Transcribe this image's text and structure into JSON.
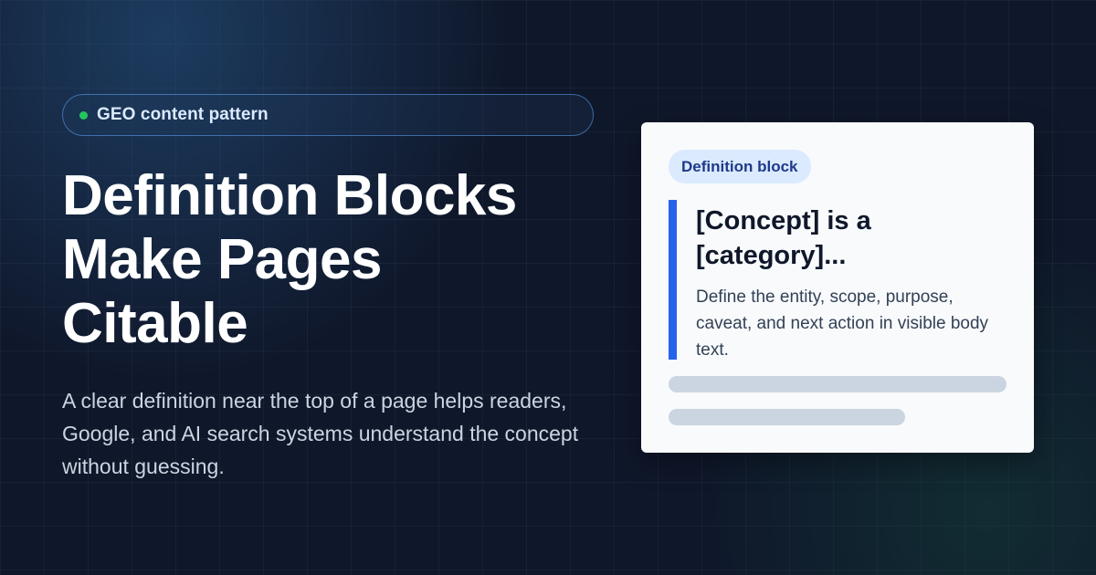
{
  "badge": {
    "label": "GEO content pattern",
    "dot_color": "#22c55e"
  },
  "headline": {
    "lines": [
      "Definition Blocks",
      "Make Pages",
      "Citable"
    ]
  },
  "subtitle": "A clear definition near the top of a page helps readers, Google, and AI search systems understand the concept without guessing.",
  "card": {
    "tag": "Definition block",
    "title": "[Concept] is a [category]...",
    "body": "Define the entity, scope, purpose, caveat, and next action in visible body text.",
    "accent_color": "#2563eb"
  },
  "colors": {
    "background": "#0f172a",
    "card_background": "#f8fafc",
    "accent": "#2563eb",
    "status": "#22c55e"
  }
}
